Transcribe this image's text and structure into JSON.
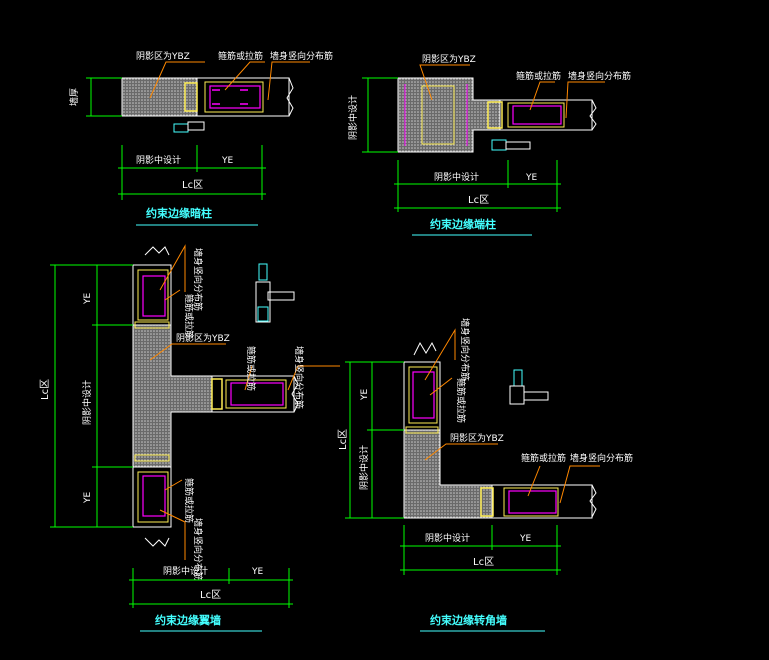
{
  "captions": {
    "d1": "约束边缘暗柱",
    "d2": "约束边缘端柱",
    "d3": "约束边缘翼墙",
    "d4": "约束边缘转角墙"
  },
  "labels": {
    "shadow_zone": "阴影区为YBZ",
    "hoop_tie": "箍筋或拉筋",
    "wall_vertical": "墙身竖向分布筋",
    "wall_thickness": "墙厚",
    "shadow_design": "阴影中设计",
    "yk": "YE",
    "lc": "Lc区"
  },
  "colors": {
    "background": "#000000",
    "hatch": "#9a9a9a",
    "dimension": "#00ff00",
    "leader": "#ff8800",
    "rebar": "#ff00ff",
    "stirrup": "#ffee55",
    "caption": "#44ffff"
  }
}
